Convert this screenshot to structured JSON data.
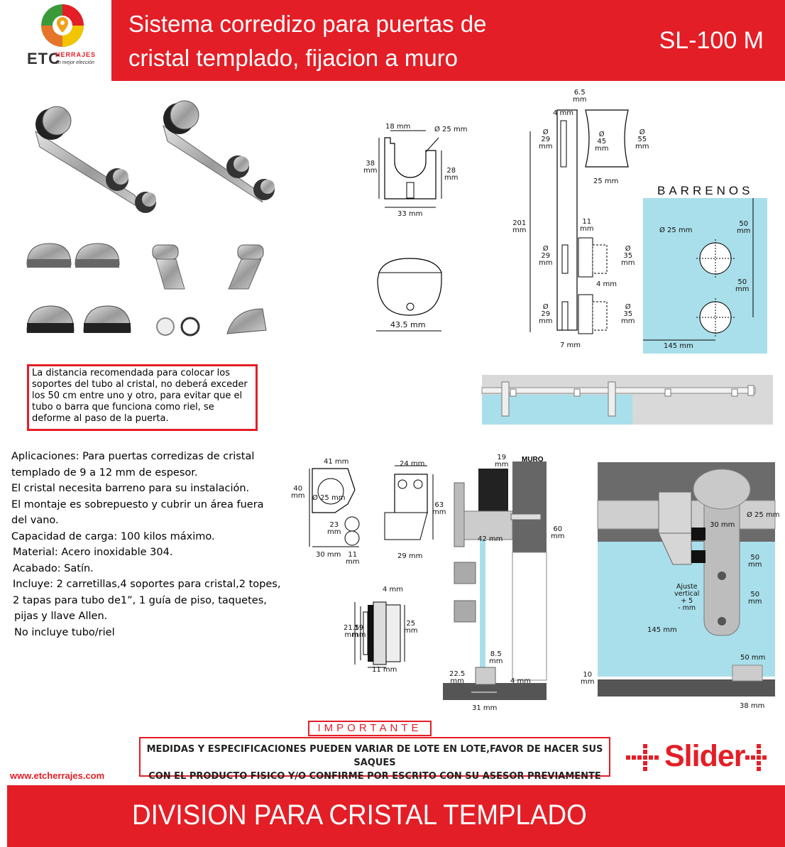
{
  "header": {
    "title_line1": "Sistema corredizo para puertas de",
    "title_line2": "cristal templado, fijacion a muro",
    "model": "SL-100 M",
    "logo_text": "ETC",
    "logo_sub": "HERRAJES",
    "logo_tagline": "un mejor elección"
  },
  "notice": {
    "text": "La distancia recomendada para colocar los soportes del tubo al cristal, no deberá exceder los 50 cm entre uno y otro, para evitar que el tubo o barra que funciona como riel, se deforme al paso de la puerta."
  },
  "specs": {
    "lines": [
      "Aplicaciones: Para puertas corredizas de cristal",
      "templado de 9 a 12 mm de espesor.",
      "El cristal necesita barreno para su instalación.",
      "El montaje es sobrepuesto y cubrir un área fuera",
      "del vano.",
      "Capacidad de carga: 100 kilos máximo.",
      "Material: Acero inoxidable 304.",
      "Acabado: Satín.",
      "Incluye: 2 carretillas,4 soportes para cristal,2 topes,",
      "2 tapas para tubo de1”, 1 guía de piso, taquetes,",
      "pijas y llave Allen.",
      "No incluye tubo/riel"
    ]
  },
  "clamp_drawing": {
    "w_top": "18 mm",
    "diameter": "Ø 25 mm",
    "height_left_1": "38",
    "height_left_2": "mm",
    "height_right_1": "28",
    "height_right_2": "mm",
    "width_bottom": "33 mm"
  },
  "stopper_drawing": {
    "width": "43.5 mm"
  },
  "roller_drawing": {
    "top_gap_1": "6.5",
    "top_gap_2": "mm",
    "thick": "4 mm",
    "d29a_1": "Ø",
    "d29a_2": "29",
    "d29a_3": "mm",
    "d45_1": "Ø",
    "d45_2": "45",
    "d45_3": "mm",
    "d55_1": "Ø",
    "d55_2": "55",
    "d55_3": "mm",
    "wheel_w": "25 mm",
    "height_1": "201",
    "height_2": "mm",
    "gap11_1": "11",
    "gap11_2": "mm",
    "d29b_1": "Ø",
    "d29b_2": "29",
    "d29b_3": "mm",
    "d35a_1": "Ø",
    "d35a_2": "35",
    "d35a_3": "mm",
    "gap4": "4 mm",
    "d29c_1": "Ø",
    "d29c_2": "29",
    "d29c_3": "mm",
    "d35b_1": "Ø",
    "d35b_2": "35",
    "d35b_3": "mm",
    "bottom": "7 mm"
  },
  "barrenos": {
    "title": "BARRENOS",
    "hole_d": "Ø 25 mm",
    "v1_1": "50",
    "v1_2": "mm",
    "v2_1": "50",
    "v2_2": "mm",
    "h": "145 mm"
  },
  "bracket_drawing": {
    "w41": "41 mm",
    "h40_1": "40",
    "h40_2": "mm",
    "d25": "Ø 25 mm",
    "h23_1": "23",
    "h23_2": "mm",
    "w30": "30 mm",
    "w11_1": "11",
    "w11_2": "mm",
    "w24": "24 mm",
    "h63_1": "63",
    "h63_2": "mm",
    "w29": "29 mm"
  },
  "glass_clamp_drawing": {
    "w4": "4 mm",
    "h21_1": "21.5",
    "h21_2": "mm",
    "h19_1": "19",
    "h19_2": "mm",
    "h25_1": "25",
    "h25_2": "mm",
    "w11": "11 mm"
  },
  "section_drawing": {
    "w19_1": "19",
    "w19_2": "mm",
    "muro": "MURO",
    "w42": "42 mm",
    "h60_1": "60",
    "h60_2": "mm",
    "w85_1": "8.5",
    "w85_2": "mm",
    "h225_1": "22.5",
    "h225_2": "mm",
    "g4": "4 mm",
    "w31": "31 mm"
  },
  "assembly_drawing": {
    "d25": "Ø 25 mm",
    "w30": "30 mm",
    "v50a_1": "50",
    "v50a_2": "mm",
    "adjust_1": "Ajuste",
    "adjust_2": "vertical",
    "adjust_3": "+ 5",
    "adjust_4": "- mm",
    "v50b_1": "50",
    "v50b_2": "mm",
    "h145": "145 mm",
    "w50": "50 mm",
    "h10_1": "10",
    "h10_2": "mm",
    "w38": "38 mm"
  },
  "importante": {
    "label": "IMPORTANTE",
    "line1": "MEDIDAS Y ESPECIFICACIONES PUEDEN VARIAR DE LOTE EN LOTE,FAVOR DE HACER SUS SAQUES",
    "line2": "CON EL PRODUCTO FISICO Y/O CONFIRME POR ESCRITO CON SU ASESOR PREVIAMENTE"
  },
  "website": "www.etcherrajes.com",
  "brand": "Slider",
  "footer": "DIVISION PARA CRISTAL TEMPLADO",
  "colors": {
    "brand_red": "#e41e26",
    "glass_blue": "#a9dfea",
    "steel": "#b8b8b8"
  }
}
